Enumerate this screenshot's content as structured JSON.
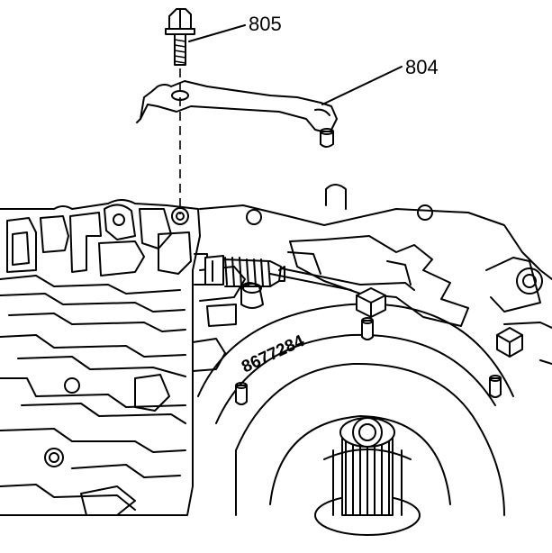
{
  "callouts": [
    {
      "id": "bolt",
      "label": "805"
    },
    {
      "id": "bracket",
      "label": "804"
    }
  ],
  "figure_id": "8677284"
}
